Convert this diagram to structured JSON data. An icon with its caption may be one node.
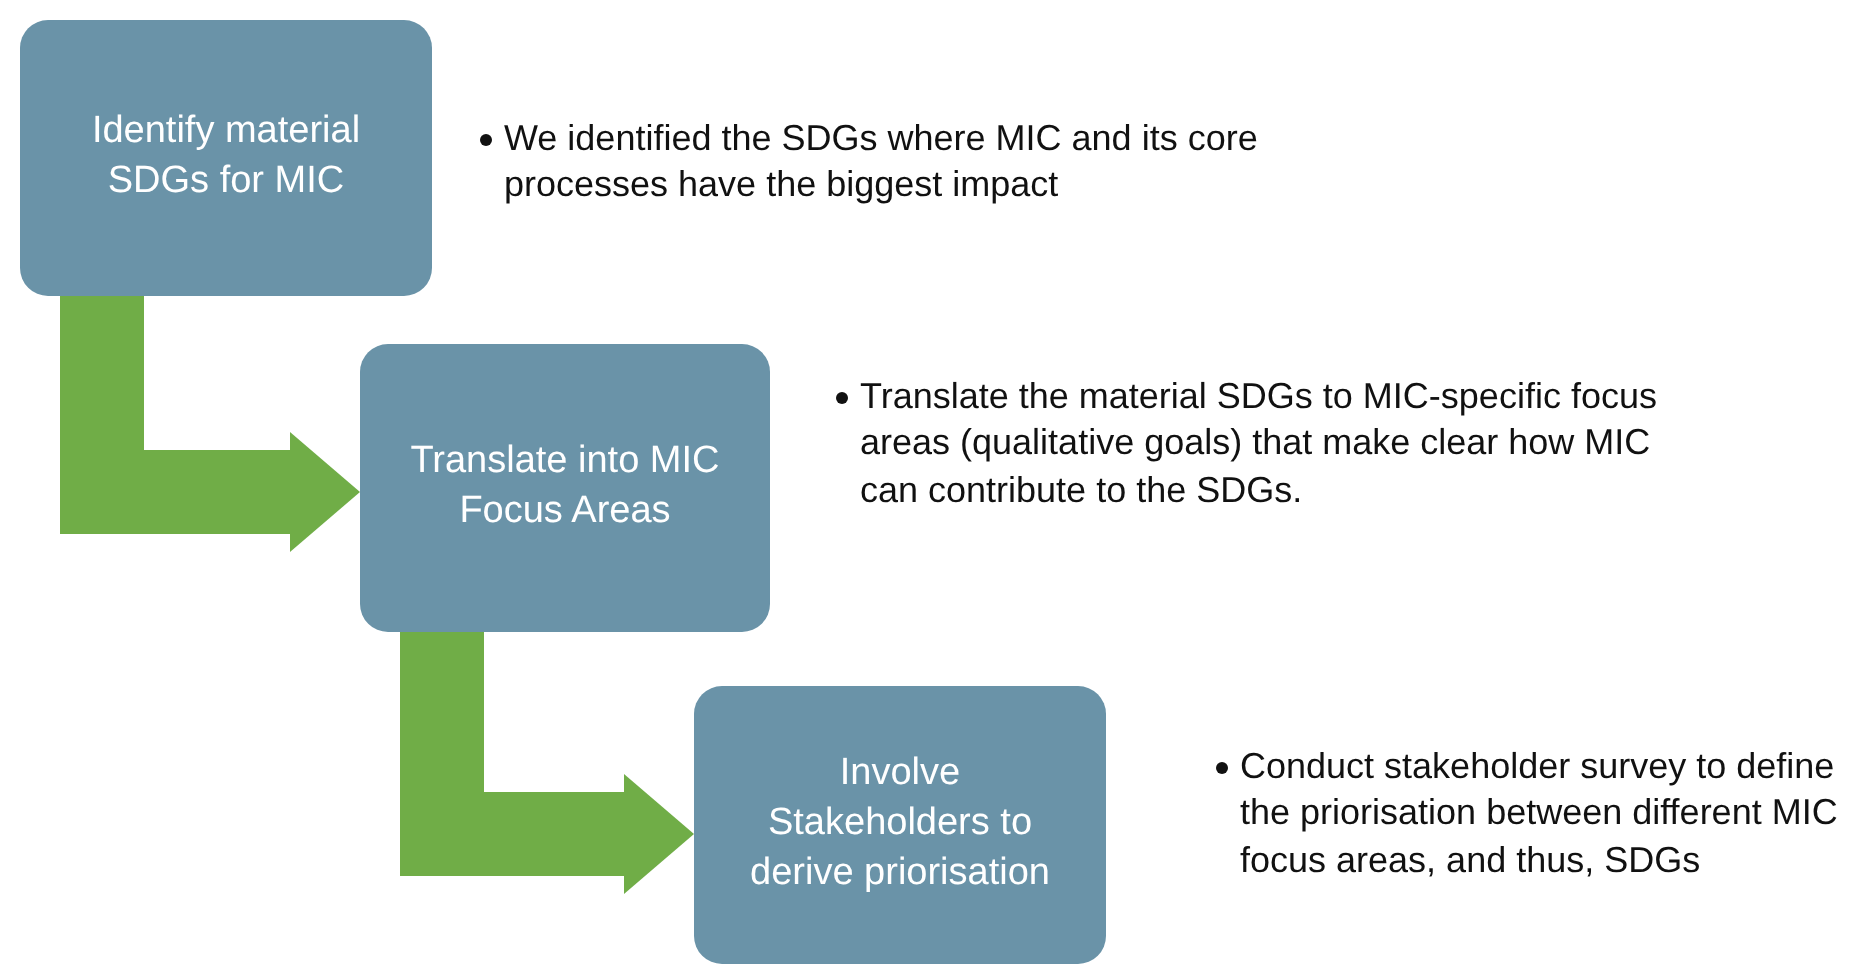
{
  "diagram": {
    "nodes": [
      {
        "text": [
          "Identify material SDGs for MIC"
        ],
        "beside": [
          "We identified the SDGs where MIC and its core processes have the biggest impact"
        ]
      },
      {
        "text": [
          "Translate into MIC Focus Areas"
        ],
        "beside": [
          "Translate the material SDGs to MIC-specific focus areas (qualitative goals) that make clear how MIC can contribute to the SDGs."
        ]
      },
      {
        "text": [
          "Involve Stakeholders to derive priorisation"
        ],
        "beside": [
          "Conduct stakeholder survey to define the priorisation between different MIC focus areas, and thus, SDGs"
        ]
      }
    ],
    "edges": [
      {
        "from": 0,
        "to": 1,
        "arrow": "to"
      },
      {
        "from": 1,
        "to": 2,
        "arrow": "to"
      }
    ]
  }
}
